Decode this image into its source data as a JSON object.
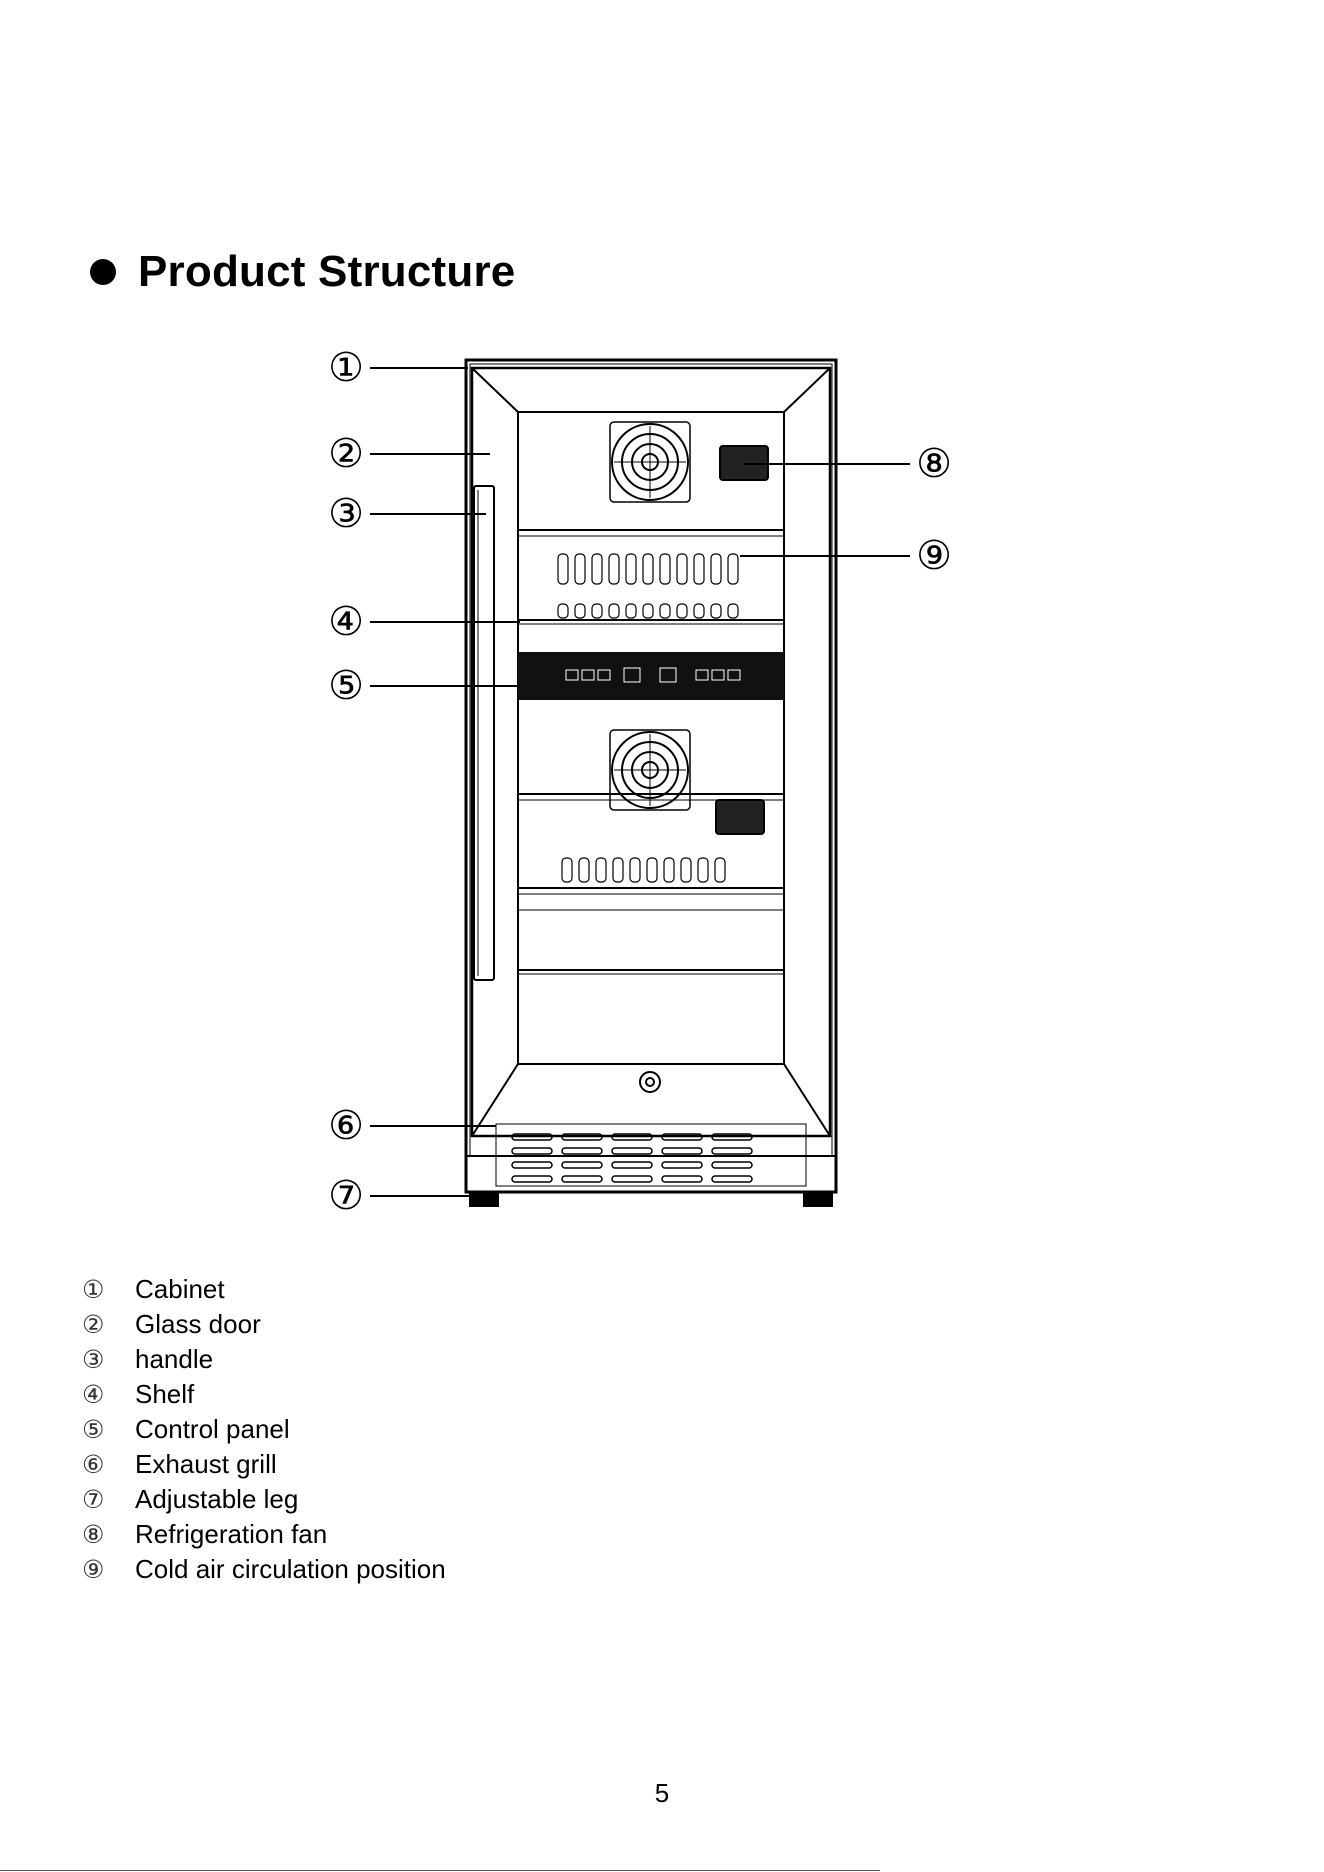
{
  "heading": "Product Structure",
  "page_number": "5",
  "callouts": [
    "①",
    "②",
    "③",
    "④",
    "⑤",
    "⑥",
    "⑦",
    "⑧",
    "⑨"
  ],
  "legend": [
    {
      "num": "①",
      "label": "Cabinet"
    },
    {
      "num": "②",
      "label": "Glass door"
    },
    {
      "num": "③",
      "label": "handle"
    },
    {
      "num": "④",
      "label": "Shelf"
    },
    {
      "num": "⑤",
      "label": "Control panel"
    },
    {
      "num": "⑥",
      "label": "Exhaust grill"
    },
    {
      "num": "⑦",
      "label": "Adjustable leg"
    },
    {
      "num": "⑧",
      "label": "Refrigeration fan"
    },
    {
      "num": "⑨",
      "label": "Cold air circulation position"
    }
  ]
}
